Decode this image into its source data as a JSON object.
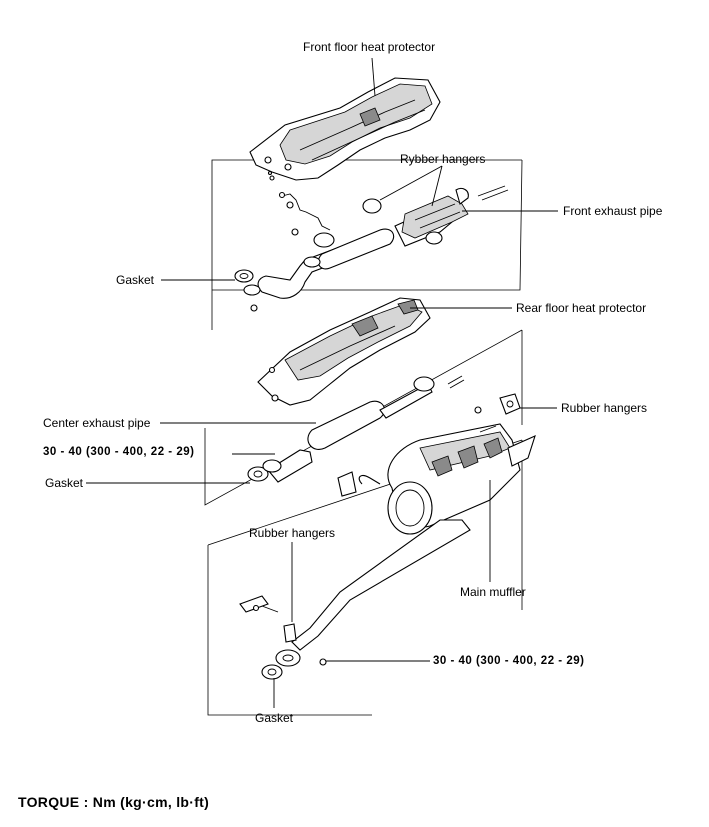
{
  "labels": {
    "front_floor_heat_protector": "Front floor heat protector",
    "rybber_hangers": "Rybber hangers",
    "front_exhaust_pipe": "Front exhaust pipe",
    "gasket_1": "Gasket",
    "rear_floor_heat_protector": "Rear floor heat protector",
    "rubber_hangers_1": "Rubber hangers",
    "center_exhaust_pipe": "Center exhaust pipe",
    "torque_1": "30  -  40  (300  -  400,  22  -  29)",
    "gasket_2": "Gasket",
    "rubber_hangers_2": "Rubber hangers",
    "main_muffler": "Main muffler",
    "torque_2": "30  -  40  (300  -  400,  22  -  29)",
    "gasket_3": "Gasket"
  },
  "footer": {
    "torque_units": "TORQUE  :  Nm  (kg·cm,  lb·ft)"
  }
}
